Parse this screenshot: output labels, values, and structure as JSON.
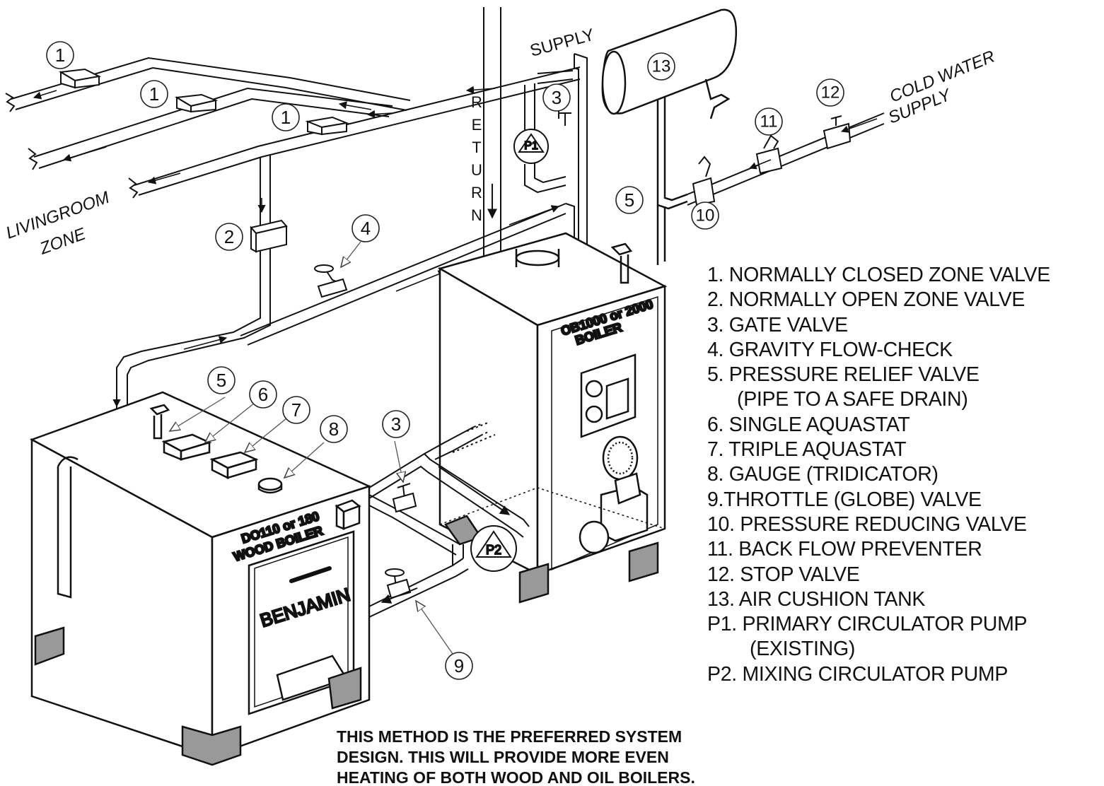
{
  "labels": {
    "supply": "SUPPLY",
    "return_letters": [
      "R",
      "E",
      "T",
      "U",
      "R",
      "N"
    ],
    "zone_line1": "LIVINGROOM",
    "zone_line2": "ZONE",
    "cold_water_line1": "COLD WATER",
    "cold_water_line2": "SUPPLY",
    "oil_boiler_line1": "OB1000 or 2000",
    "oil_boiler_line2": "BOILER",
    "wood_boiler_line1": "DO110 or 180",
    "wood_boiler_line2": "WOOD BOILER",
    "brand": "BENJAMIN",
    "pump1": "P1",
    "pump2": "P2"
  },
  "callouts": {
    "zone_valve_a": "1",
    "zone_valve_b": "1",
    "zone_valve_c": "1",
    "open_zone_valve": "2",
    "gate_valve_top": "3",
    "gate_valve_bottom": "3",
    "flow_check": "4",
    "relief_oil": "5",
    "relief_wood": "5",
    "single_aquastat": "6",
    "triple_aquastat": "7",
    "gauge": "8",
    "throttle": "9",
    "reducing": "10",
    "backflow": "11",
    "stop": "12",
    "tank": "13"
  },
  "legend": [
    "1. NORMALLY CLOSED ZONE VALVE",
    "2. NORMALLY OPEN ZONE VALVE",
    "3. GATE VALVE",
    "4. GRAVITY FLOW-CHECK",
    "5. PRESSURE RELIEF VALVE",
    "(PIPE TO A SAFE DRAIN)",
    "6. SINGLE AQUASTAT",
    "7. TRIPLE AQUASTAT",
    "8. GAUGE (TRIDICATOR)",
    "9.THROTTLE (GLOBE) VALVE",
    "10. PRESSURE REDUCING VALVE",
    "11. BACK FLOW PREVENTER",
    "12. STOP VALVE",
    "13. AIR CUSHION TANK",
    "P1. PRIMARY CIRCULATOR PUMP",
    "(EXISTING)",
    "P2. MIXING CIRCULATOR PUMP"
  ],
  "note": [
    "THIS  METHOD IS THE PREFERRED SYSTEM",
    "DESIGN. THIS WILL PROVIDE MORE EVEN",
    "HEATING OF BOTH WOOD AND OIL BOILERS."
  ]
}
